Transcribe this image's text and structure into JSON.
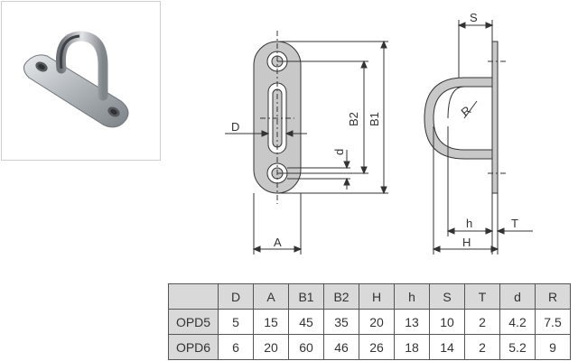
{
  "product": {
    "photo_alt": "product-photo",
    "photo_icon": "pad-eye-photo"
  },
  "drawing": {
    "front_labels": {
      "D": "D",
      "A": "A",
      "B1": "B1",
      "B2": "B2",
      "d": "d"
    },
    "side_labels": {
      "S": "S",
      "R": "R",
      "h": "h",
      "H": "H",
      "T": "T"
    }
  },
  "spec_table": {
    "headers": [
      "",
      "D",
      "A",
      "B1",
      "B2",
      "H",
      "h",
      "S",
      "T",
      "d",
      "R"
    ],
    "rows": [
      {
        "model": "OPD5",
        "values": [
          "5",
          "15",
          "45",
          "35",
          "20",
          "13",
          "10",
          "2",
          "4.2",
          "7.5"
        ]
      },
      {
        "model": "OPD6",
        "values": [
          "6",
          "20",
          "60",
          "46",
          "26",
          "18",
          "14",
          "2",
          "5.2",
          "9"
        ]
      }
    ]
  },
  "colors": {
    "line": "#333333",
    "header_bg": "#d9d9d9",
    "part_fill": "#c8c8c8",
    "steel": "#a9aeb3"
  }
}
